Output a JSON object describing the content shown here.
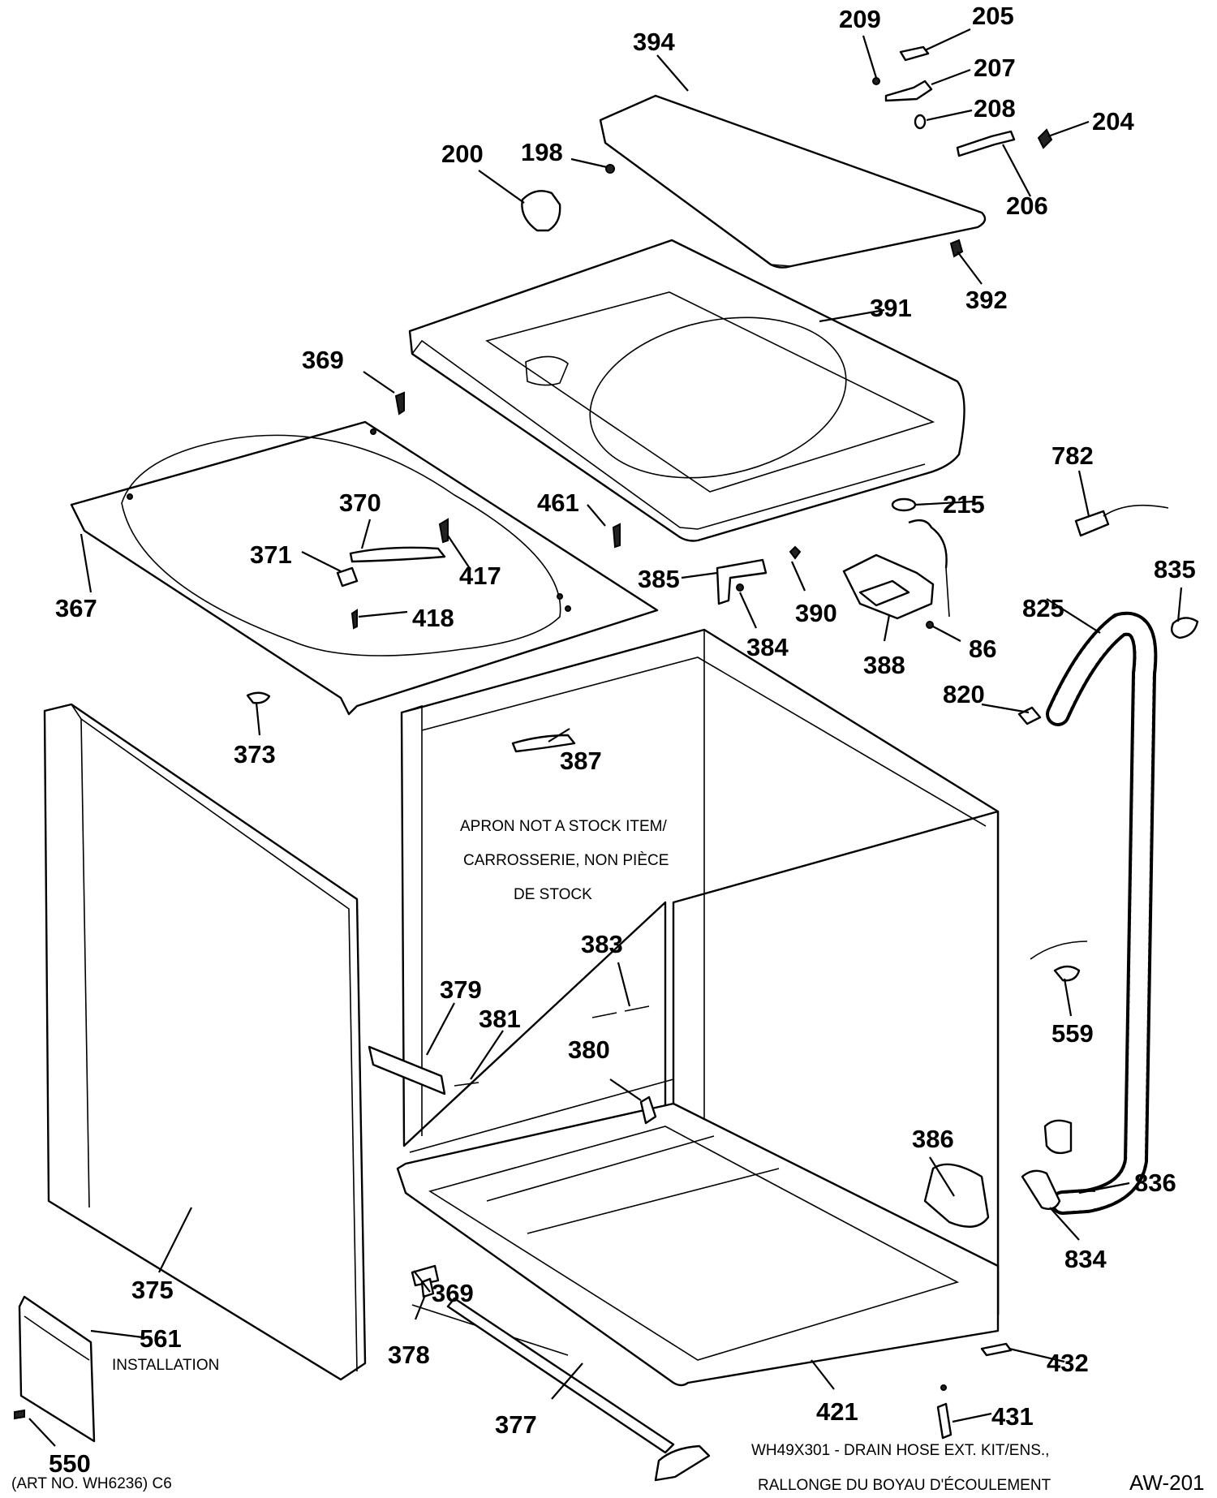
{
  "diagram": {
    "part_labels": {
      "p394": "394",
      "p209": "209",
      "p205": "205",
      "p207": "207",
      "p208": "208",
      "p204": "204",
      "p206": "206",
      "p198": "198",
      "p200": "200",
      "p392": "392",
      "p391": "391",
      "p369a": "369",
      "p782": "782",
      "p215": "215",
      "p461": "461",
      "p370": "370",
      "p371": "371",
      "p417": "417",
      "p367": "367",
      "p418": "418",
      "p385": "385",
      "p390": "390",
      "p384": "384",
      "p388": "388",
      "p86": "86",
      "p835": "835",
      "p825": "825",
      "p820": "820",
      "p373": "373",
      "p387": "387",
      "p383": "383",
      "p379": "379",
      "p381": "381",
      "p380": "380",
      "p559": "559",
      "p386": "386",
      "p836": "836",
      "p834": "834",
      "p375": "375",
      "p369b": "369",
      "p561": "561",
      "p378": "378",
      "p432": "432",
      "p550": "550",
      "p431": "431",
      "p421": "421",
      "p377": "377"
    },
    "apron_note": {
      "line1": "APRON NOT A STOCK ITEM/",
      "line2": "CARROSSERIE, NON PIÈCE",
      "line3": "DE STOCK"
    },
    "installation_label": "INSTALLATION",
    "kit_note": {
      "line1": "WH49X301 - DRAIN HOSE EXT. KIT/ENS.,",
      "line2": "RALLONGE DU BOYAU D'ÉCOULEMENT"
    },
    "art_number": "(ART NO. WH6236) C6",
    "drawing_id": "AW-201"
  }
}
